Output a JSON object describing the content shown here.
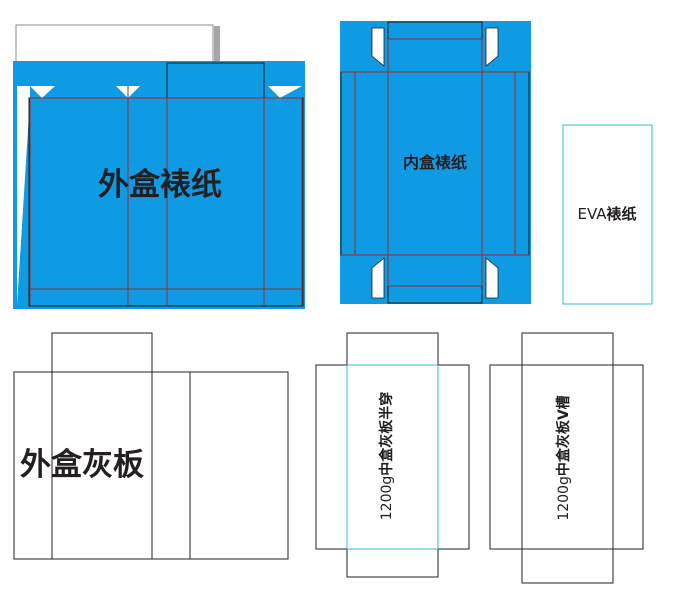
{
  "labels": {
    "outer_wrap": "外盒裱纸",
    "inner_wrap": "内盒裱纸",
    "eva_wrap_prefix": "EVA",
    "eva_wrap_suffix": "裱纸",
    "outer_board": "外盒灰板",
    "mid_board_half_prefix": "1200g",
    "mid_board_half_suffix": "中盒灰板半穿",
    "mid_board_v_prefix": "1200g",
    "mid_board_v_suffix": "中盒灰板V槽"
  },
  "colors": {
    "blue": "#0e9be4",
    "fold_line": "#a0282e",
    "cyan_line": "#36b4e6",
    "black_line": "#222222"
  }
}
